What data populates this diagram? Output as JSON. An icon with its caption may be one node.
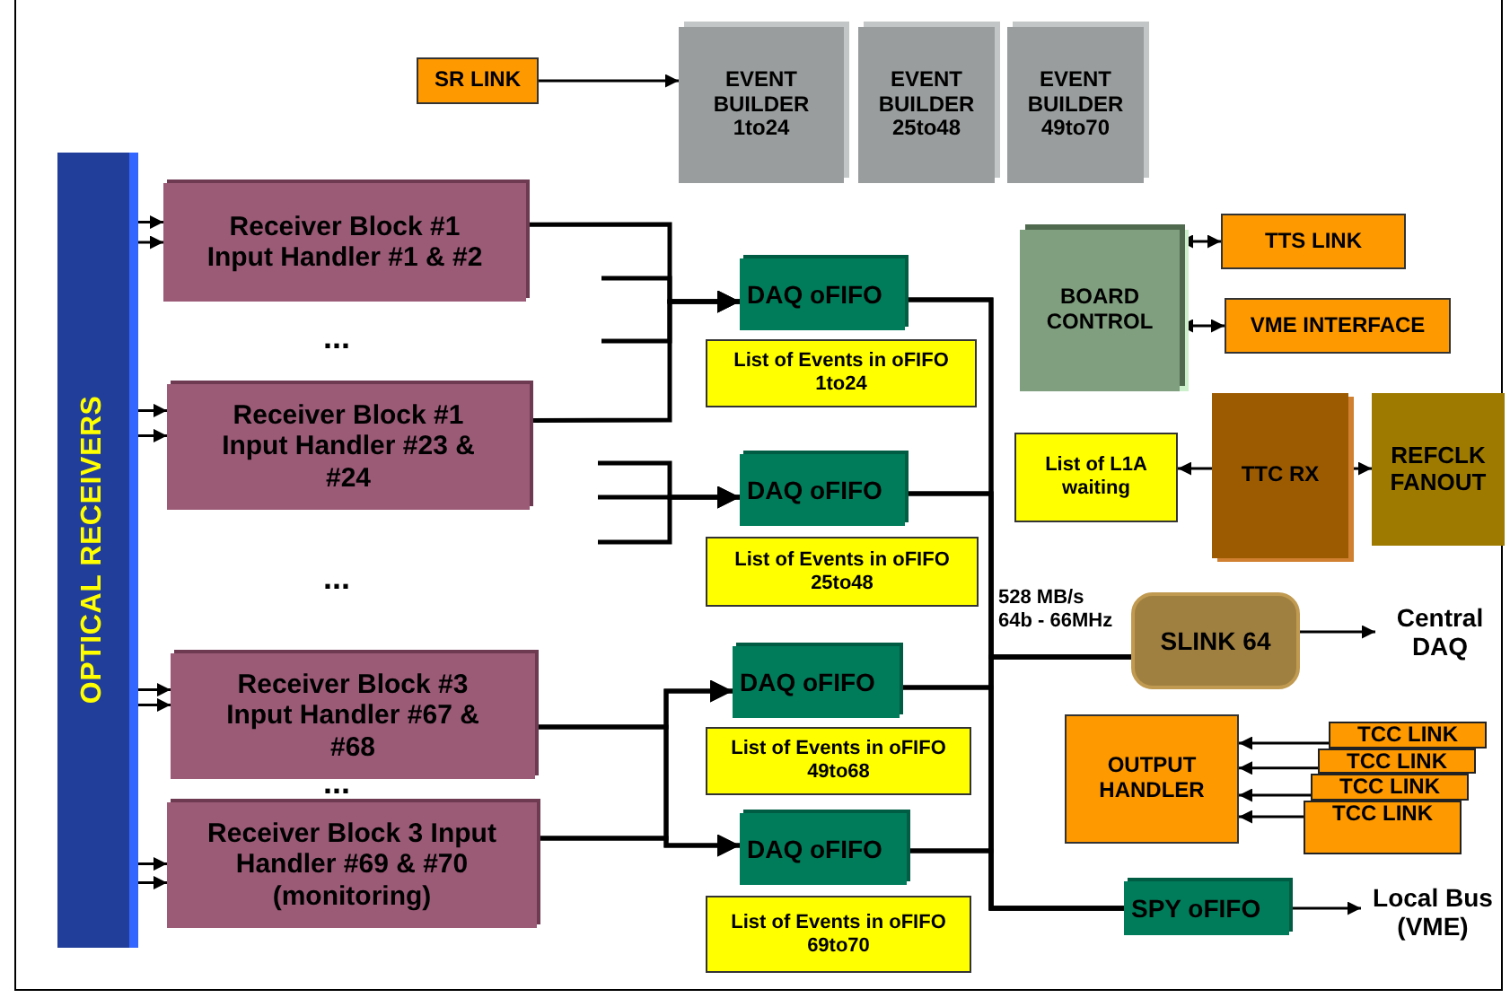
{
  "diagram": {
    "nodes": [
      {
        "text": [
          "SR LINK"
        ]
      },
      {
        "text": [
          "EVENT BUILDER 1to24"
        ]
      },
      {
        "text": [
          "EVENT BUILDER 25to48"
        ]
      },
      {
        "text": [
          "EVENT BUILDER 49to70"
        ]
      },
      {
        "text": [
          "OPTICAL RECEIVERS"
        ]
      },
      {
        "text": [
          "Receiver Block #1 Input Handler #1 & #2"
        ]
      },
      {
        "text": [
          "Receiver Block #1 Input Handler #23 & #24"
        ]
      },
      {
        "text": [
          "Receiver Block #3 Input Handler #67 & #68"
        ]
      },
      {
        "text": [
          "Receiver Block 3 Input Handler #69 & #70 (monitoring)"
        ]
      },
      {
        "text": [
          "DAQ oFIFO"
        ]
      },
      {
        "text": [
          "List of Events in oFIFO 1to24"
        ]
      },
      {
        "text": [
          "DAQ oFIFO"
        ]
      },
      {
        "text": [
          "List of Events in oFIFO 25to48"
        ]
      },
      {
        "text": [
          "DAQ oFIFO"
        ]
      },
      {
        "text": [
          "List of Events in oFIFO 49to68"
        ]
      },
      {
        "text": [
          "DAQ oFIFO"
        ]
      },
      {
        "text": [
          "List of Events in oFIFO 69to70"
        ]
      },
      {
        "text": [
          "BOARD CONTROL"
        ]
      },
      {
        "text": [
          "TTS LINK"
        ]
      },
      {
        "text": [
          "VME INTERFACE"
        ]
      },
      {
        "text": [
          "List of L1A waiting"
        ]
      },
      {
        "text": [
          "TTC RX"
        ]
      },
      {
        "text": [
          "REFCLK FANOUT"
        ]
      },
      {
        "text": [
          "SLINK 64"
        ]
      },
      {
        "text": [
          "Central DAQ"
        ]
      },
      {
        "text": [
          "OUTPUT HANDLER"
        ]
      },
      {
        "text": [
          "TCC LINK"
        ]
      },
      {
        "text": [
          "TCC LINK"
        ]
      },
      {
        "text": [
          "TCC LINK"
        ]
      },
      {
        "text": [
          "TCC LINK"
        ]
      },
      {
        "text": [
          "SPY oFIFO"
        ]
      },
      {
        "text": [
          "Local Bus (VME)"
        ]
      }
    ],
    "edges": [
      {
        "from": 0,
        "to": 1,
        "arrow": "to"
      },
      {
        "from": 4,
        "to": 5,
        "arrow": "to"
      },
      {
        "from": 4,
        "to": 5,
        "arrow": "to"
      },
      {
        "from": 4,
        "to": 6,
        "arrow": "to"
      },
      {
        "from": 4,
        "to": 6,
        "arrow": "to"
      },
      {
        "from": 4,
        "to": 7,
        "arrow": "to"
      },
      {
        "from": 4,
        "to": 7,
        "arrow": "to"
      },
      {
        "from": 4,
        "to": 8,
        "arrow": "to"
      },
      {
        "from": 4,
        "to": 8,
        "arrow": "to"
      },
      {
        "from": 5,
        "to": 9,
        "arrow": "to"
      },
      {
        "from": 6,
        "to": 9,
        "arrow": "to"
      },
      {
        "from": null,
        "to": 9,
        "arrow": "to"
      },
      {
        "from": null,
        "to": 9,
        "arrow": "to"
      },
      {
        "from": null,
        "to": 11,
        "arrow": "to"
      },
      {
        "from": null,
        "to": 11,
        "arrow": "to"
      },
      {
        "from": null,
        "to": 11,
        "arrow": "to"
      },
      {
        "from": 7,
        "to": 13,
        "arrow": "to"
      },
      {
        "from": 7,
        "to": 15,
        "arrow": "to"
      },
      {
        "from": 8,
        "to": 13,
        "arrow": "to"
      },
      {
        "from": 8,
        "to": 15,
        "arrow": "to"
      },
      {
        "from": 9,
        "to": 23,
        "arrow": "none"
      },
      {
        "from": 11,
        "to": 23,
        "arrow": "none"
      },
      {
        "from": 13,
        "to": 23,
        "arrow": "none"
      },
      {
        "from": 15,
        "to": 23,
        "arrow": "none"
      },
      {
        "from": 9,
        "to": 30,
        "arrow": "none"
      },
      {
        "from": 11,
        "to": 30,
        "arrow": "none"
      },
      {
        "from": 13,
        "to": 30,
        "arrow": "none"
      },
      {
        "from": 15,
        "to": 30,
        "arrow": "none"
      },
      {
        "from": 23,
        "to": 24,
        "arrow": "to"
      },
      {
        "from": 30,
        "to": 31,
        "arrow": "to"
      },
      {
        "from": 17,
        "to": 18,
        "arrow": "both"
      },
      {
        "from": 17,
        "to": 19,
        "arrow": "both"
      },
      {
        "from": 21,
        "to": 20,
        "arrow": "to"
      },
      {
        "from": 21,
        "to": 22,
        "arrow": "to"
      },
      {
        "from": 26,
        "to": 25,
        "arrow": "to"
      },
      {
        "from": 27,
        "to": 25,
        "arrow": "to"
      },
      {
        "from": 28,
        "to": 25,
        "arrow": "to"
      },
      {
        "from": 29,
        "to": 25,
        "arrow": "to"
      }
    ],
    "labels": [
      "...",
      "...",
      "528 MB/s 64b - 66MHz",
      "..."
    ]
  }
}
